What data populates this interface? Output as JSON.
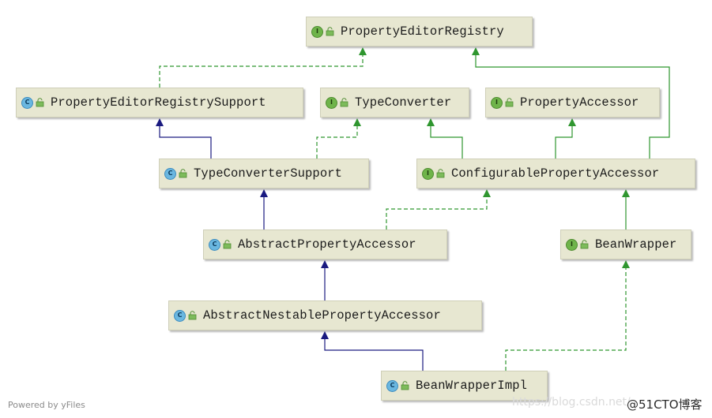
{
  "nodes": [
    {
      "id": "PropertyEditorRegistry",
      "kind": "I",
      "label": "PropertyEditorRegistry"
    },
    {
      "id": "PropertyEditorRegistrySupport",
      "kind": "C",
      "label": "PropertyEditorRegistrySupport"
    },
    {
      "id": "TypeConverter",
      "kind": "I",
      "label": "TypeConverter"
    },
    {
      "id": "PropertyAccessor",
      "kind": "I",
      "label": "PropertyAccessor"
    },
    {
      "id": "TypeConverterSupport",
      "kind": "C",
      "label": "TypeConverterSupport"
    },
    {
      "id": "ConfigurablePropertyAccessor",
      "kind": "I",
      "label": "ConfigurablePropertyAccessor"
    },
    {
      "id": "AbstractPropertyAccessor",
      "kind": "C",
      "label": "AbstractPropertyAccessor"
    },
    {
      "id": "BeanWrapper",
      "kind": "I",
      "label": "BeanWrapper"
    },
    {
      "id": "AbstractNestablePropertyAccessor",
      "kind": "C",
      "label": "AbstractNestablePropertyAccessor"
    },
    {
      "id": "BeanWrapperImpl",
      "kind": "C",
      "label": "BeanWrapperImpl"
    }
  ],
  "edges": [
    {
      "from": "PropertyEditorRegistrySupport",
      "to": "PropertyEditorRegistry",
      "relation": "implements"
    },
    {
      "from": "TypeConverterSupport",
      "to": "PropertyEditorRegistrySupport",
      "relation": "extends"
    },
    {
      "from": "TypeConverterSupport",
      "to": "TypeConverter",
      "relation": "implements"
    },
    {
      "from": "ConfigurablePropertyAccessor",
      "to": "TypeConverter",
      "relation": "extends-interface"
    },
    {
      "from": "ConfigurablePropertyAccessor",
      "to": "PropertyAccessor",
      "relation": "extends-interface"
    },
    {
      "from": "ConfigurablePropertyAccessor",
      "to": "PropertyEditorRegistry",
      "relation": "extends-interface"
    },
    {
      "from": "AbstractPropertyAccessor",
      "to": "TypeConverterSupport",
      "relation": "extends"
    },
    {
      "from": "AbstractPropertyAccessor",
      "to": "ConfigurablePropertyAccessor",
      "relation": "implements"
    },
    {
      "from": "BeanWrapper",
      "to": "ConfigurablePropertyAccessor",
      "relation": "extends-interface"
    },
    {
      "from": "AbstractNestablePropertyAccessor",
      "to": "AbstractPropertyAccessor",
      "relation": "extends"
    },
    {
      "from": "BeanWrapperImpl",
      "to": "AbstractNestablePropertyAccessor",
      "relation": "extends"
    },
    {
      "from": "BeanWrapperImpl",
      "to": "BeanWrapper",
      "relation": "implements"
    }
  ],
  "colors": {
    "extends": "#1a1a80",
    "implements": "#2f962f",
    "extends_interface": "#2f962f",
    "node_fill": "#e7e7d1"
  },
  "footer": {
    "left": "Powered by yFiles",
    "watermark_url": "https://blog.csdn.net/",
    "watermark_brand": "@51CTO博客"
  }
}
